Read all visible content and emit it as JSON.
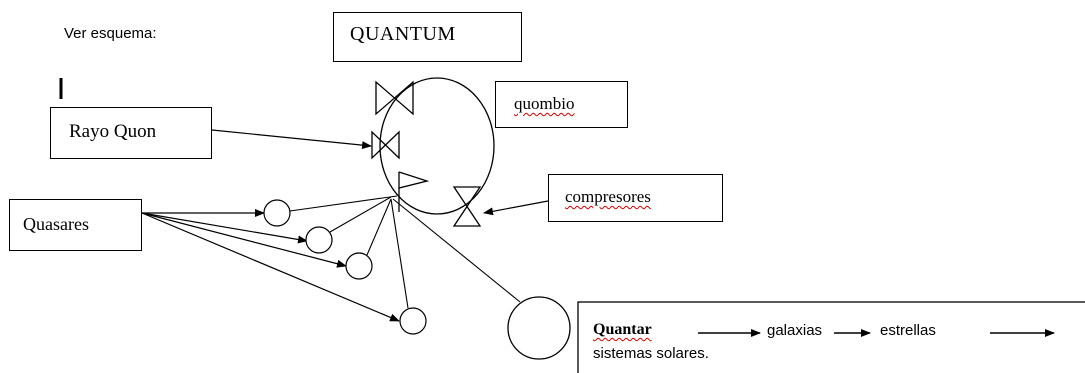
{
  "intro": {
    "text": "Ver esquema:",
    "cursor": "I"
  },
  "labels": {
    "quantum": "QUANTUM",
    "quombio": "quombio",
    "rayo_quon": "Rayo Quon",
    "compresores": "compresores",
    "quasares": "Quasares"
  },
  "quantar": {
    "title": "Quantar",
    "step1": "galaxias",
    "step2": "estrellas",
    "line2": "sistemas solares."
  },
  "colors": {
    "line": "#000000",
    "spellcheck": "#d00000"
  }
}
